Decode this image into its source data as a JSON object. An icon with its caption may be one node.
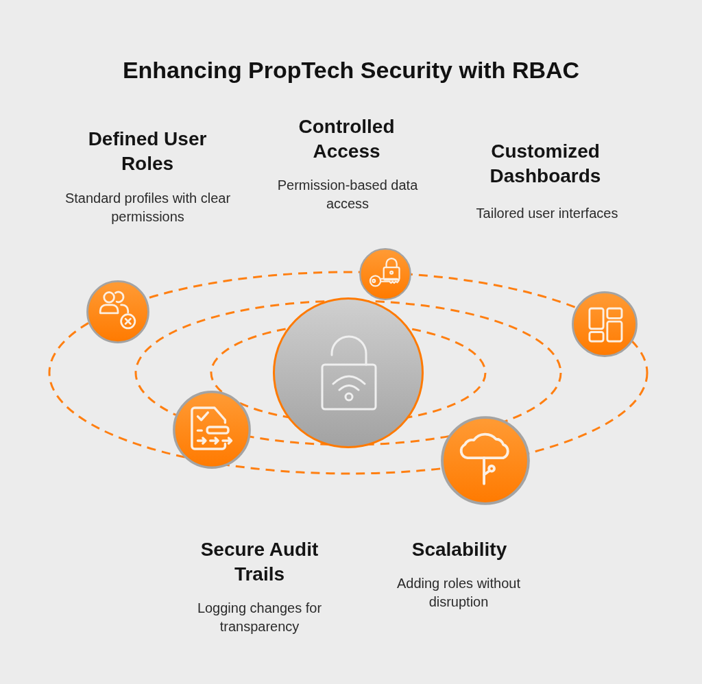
{
  "diagram": {
    "title": "Enhancing PropTech Security with RBAC",
    "labels": [
      "Defined User Roles",
      "Standard profiles with clear permissions",
      "Controlled Access",
      "Permission-based data access",
      "Customized Dashboards",
      "Tailored user interfaces",
      "Secure Audit Trails",
      "Logging changes for transparency",
      "Scalability",
      "Adding roles without disruption"
    ]
  }
}
